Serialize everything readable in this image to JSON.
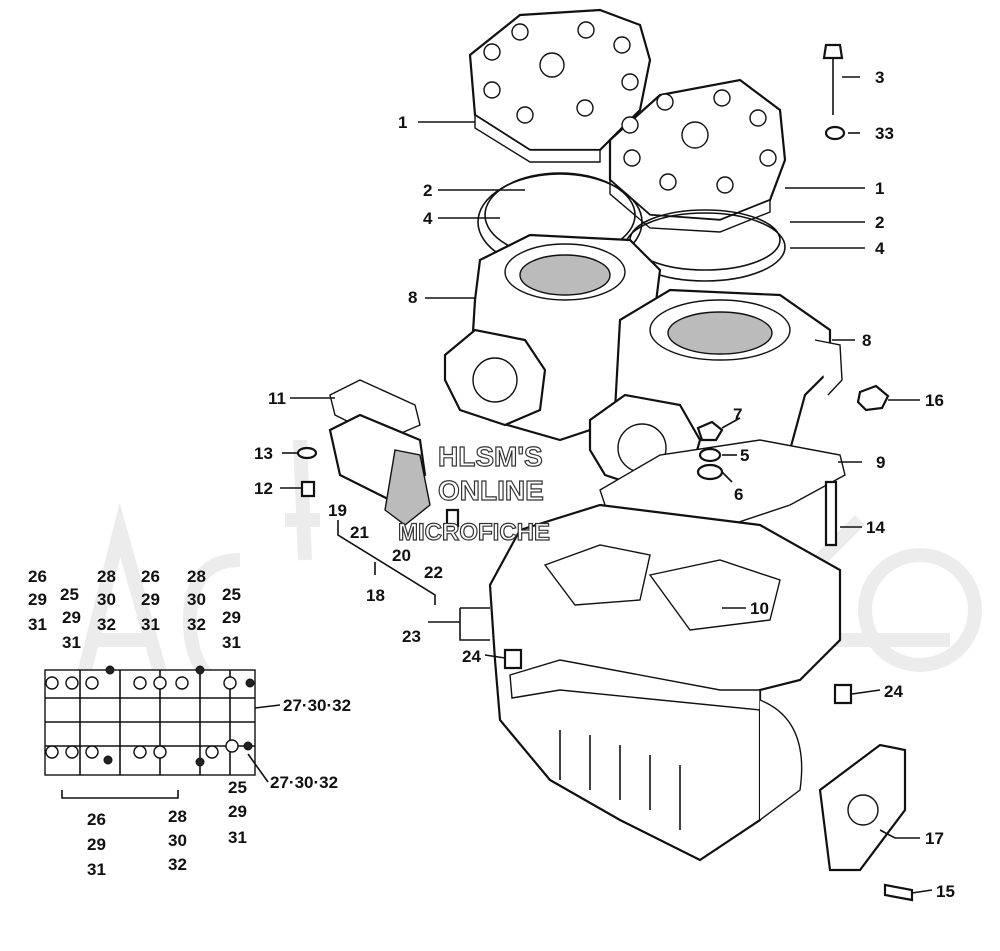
{
  "watermark": {
    "line1": "HLSM'S",
    "line2": "ONLINE",
    "line3": "MICROFICHE",
    "background_logo": "ArcticCat"
  },
  "labels": {
    "c1a": "1",
    "c1b": "1",
    "c2a": "2",
    "c2b": "2",
    "c3": "3",
    "c33": "33",
    "c4a": "4",
    "c4b": "4",
    "c5": "5",
    "c6": "6",
    "c7": "7",
    "c8a": "8",
    "c8b": "8",
    "c9": "9",
    "c10": "10",
    "c11": "11",
    "c12": "12",
    "c13": "13",
    "c14": "14",
    "c15": "15",
    "c16": "16",
    "c17": "17",
    "c18": "18",
    "c19": "19",
    "c20": "20",
    "c21": "21",
    "c22": "22",
    "c23": "23",
    "c24a": "24",
    "c24b": "24",
    "bolt_a1": "26",
    "bolt_a2": "29",
    "bolt_a3": "31",
    "bolt_b1": "25",
    "bolt_b2": "29",
    "bolt_b3": "31",
    "bolt_c1": "28",
    "bolt_c2": "30",
    "bolt_c3": "32",
    "bolt_d1": "26",
    "bolt_d2": "29",
    "bolt_d3": "31",
    "bolt_e1": "28",
    "bolt_e2": "30",
    "bolt_e3": "32",
    "bolt_f1": "25",
    "bolt_f2": "29",
    "bolt_f3": "31",
    "right_1": "27·30·32",
    "right_2": "27·30·32",
    "bot_a1": "26",
    "bot_a2": "29",
    "bot_a3": "31",
    "bot_b1": "28",
    "bot_b2": "30",
    "bot_b3": "32",
    "bot_c1": "25",
    "bot_c2": "29",
    "bot_c3": "31"
  }
}
